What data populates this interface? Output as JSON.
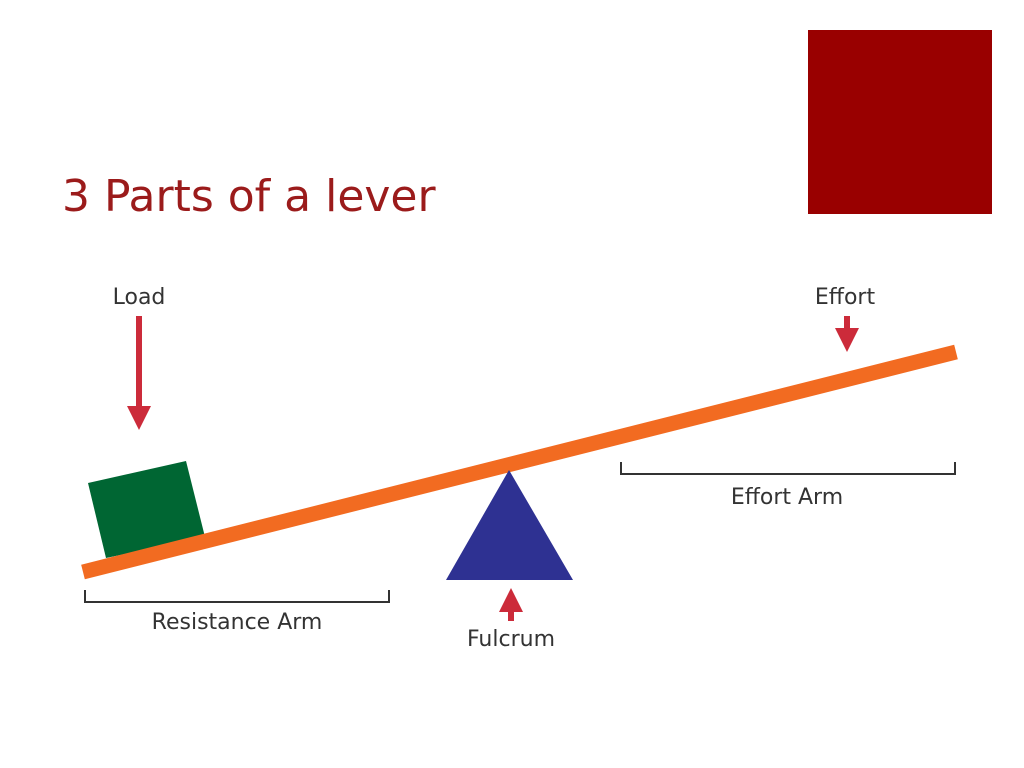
{
  "slide": {
    "title": "3 Parts of a lever"
  },
  "colors": {
    "title": "#9B1B1B",
    "accent_square": "#990000",
    "lever_bar": "#F26B21",
    "load_block": "#006633",
    "fulcrum": "#2E3192",
    "arrow": "#CC2B3A",
    "bracket": "#333333",
    "label": "#333333"
  },
  "diagram": {
    "labels": {
      "load": "Load",
      "effort": "Effort",
      "effort_arm": "Effort Arm",
      "resistance_arm": "Resistance Arm",
      "fulcrum": "Fulcrum"
    },
    "icons": {
      "load_arrow": "arrow-down-icon",
      "effort_arrow": "arrow-down-icon",
      "fulcrum_arrow": "arrow-up-icon"
    }
  }
}
